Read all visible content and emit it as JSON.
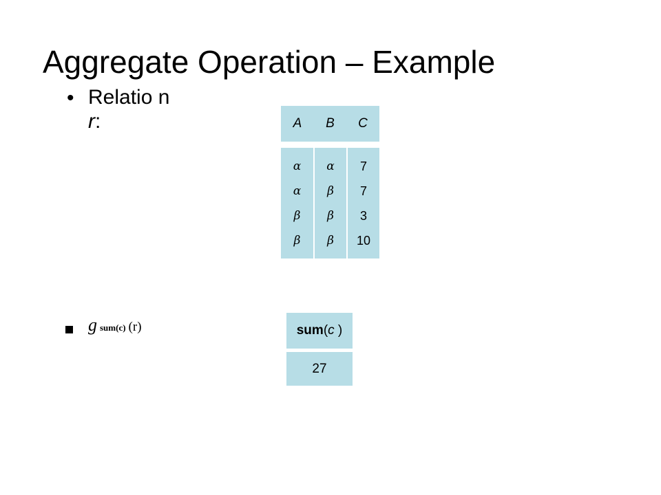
{
  "slide": {
    "title": "Aggregate Operation – Example",
    "bullet_char": "•",
    "relation_label_text": "Relatio n",
    "relation_label_var": "r",
    "relation_label_suffix": ":"
  },
  "relation_r": {
    "columns": [
      "A",
      "B",
      "C"
    ],
    "rows": [
      [
        "α",
        "α",
        "7"
      ],
      [
        "α",
        "β",
        "7"
      ],
      [
        "β",
        "β",
        "3"
      ],
      [
        "β",
        "β",
        "10"
      ]
    ]
  },
  "aggregate": {
    "operator": "g",
    "subscript": "sum(c)",
    "argument": "(r)",
    "result_header_func": "sum",
    "result_header_open": "(",
    "result_header_attr": "c",
    "result_header_close": " )",
    "result_value": "27"
  },
  "colors": {
    "table_fill": "#b7dde6"
  }
}
